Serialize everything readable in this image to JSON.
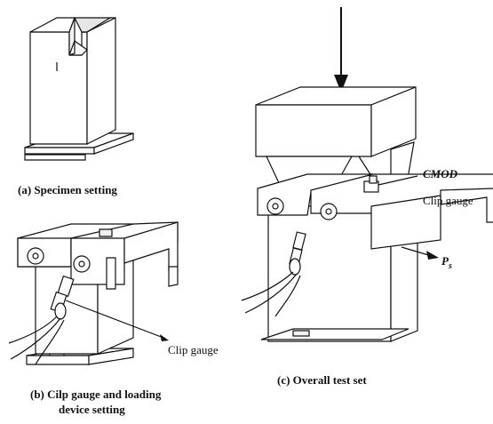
{
  "captions": {
    "a": "(a) Specimen setting",
    "b_line1": "(b) Cilp gauge and loading",
    "b_line2": "device setting",
    "c": "(c) Overall test set"
  },
  "labels": {
    "clip_gauge_b": "Clip gauge",
    "cmod": "CMOD",
    "clip_gauge_c": "Clip gauge",
    "ps_main": "P",
    "ps_sub": "s"
  }
}
